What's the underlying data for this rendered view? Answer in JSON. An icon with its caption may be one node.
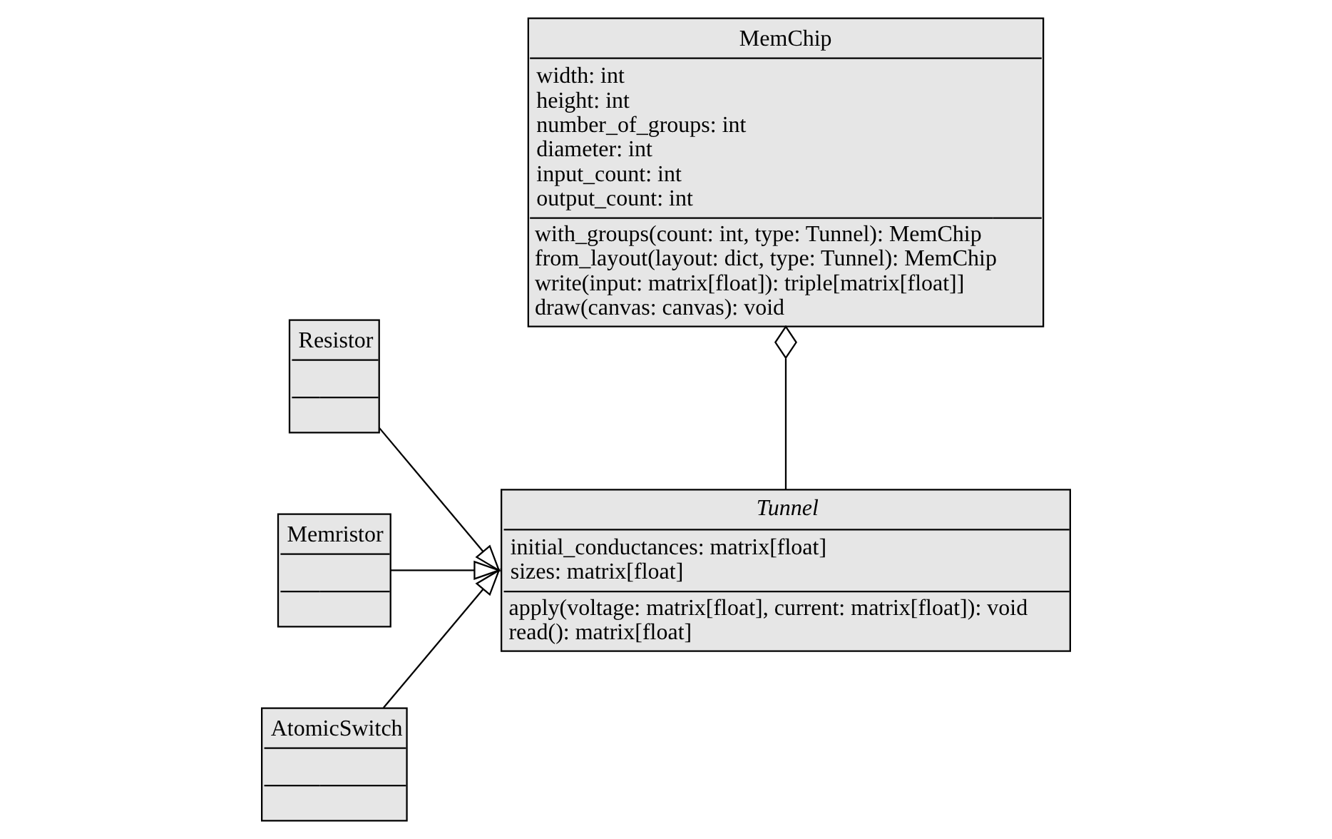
{
  "diagram": {
    "nodes": [
      {
        "text": [
          "MemChip",
          "width: int",
          "height: int",
          "number_of_groups: int",
          "diameter: int",
          "input_count: int",
          "output_count: int",
          "with_groups(count: int, type: Tunnel): MemChip",
          "from_layout(layout: dict, type: Tunnel): MemChip",
          "write(input: matrix[float]): triple[matrix[float]]",
          "draw(canvas: canvas): void"
        ]
      },
      {
        "text": [
          "Tunnel",
          "initial_conductances: matrix[float]",
          "sizes: matrix[float]",
          "apply(voltage: matrix[float], current: matrix[float]): void",
          "read(): matrix[float]"
        ]
      },
      {
        "text": [
          "Resistor"
        ]
      },
      {
        "text": [
          "Memristor"
        ]
      },
      {
        "text": [
          "AtomicSwitch"
        ]
      }
    ],
    "edges": [
      {
        "from": 0,
        "to": 1,
        "arrow": "other"
      },
      {
        "from": 2,
        "to": 1,
        "arrow": "to"
      },
      {
        "from": 3,
        "to": 1,
        "arrow": "to"
      },
      {
        "from": 4,
        "to": 1,
        "arrow": "to"
      }
    ]
  }
}
